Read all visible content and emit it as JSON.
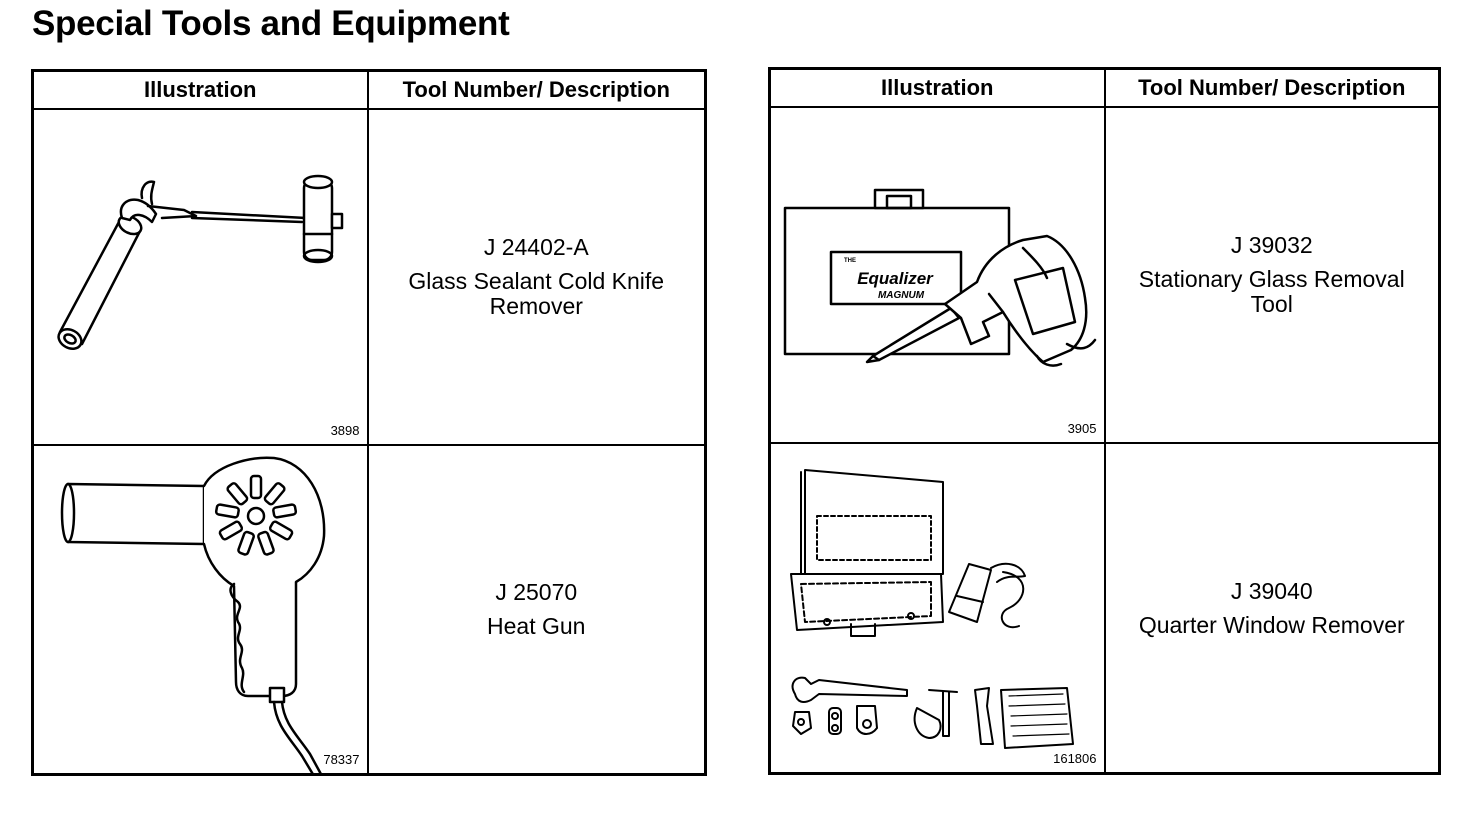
{
  "page": {
    "title": "Special Tools and Equipment"
  },
  "tables": [
    {
      "headers": {
        "illustration": "Illustration",
        "tool": "Tool Number/ Description"
      },
      "rows": [
        {
          "tool_number": "J 24402-A",
          "description": "Glass Sealant Cold Knife Remover",
          "figure_number": "3898",
          "icon": "cold-knife-icon"
        },
        {
          "tool_number": "J 25070",
          "description": "Heat Gun",
          "figure_number": "78337",
          "icon": "heat-gun-icon"
        }
      ]
    },
    {
      "headers": {
        "illustration": "Illustration",
        "tool": "Tool Number/ Description"
      },
      "rows": [
        {
          "tool_number": "J 39032",
          "description": "Stationary Glass Removal Tool",
          "figure_number": "3905",
          "icon": "equalizer-tool-icon",
          "case_label_top": "THE",
          "case_label_main": "Equalizer",
          "case_label_sub": "MAGNUM"
        },
        {
          "tool_number": "J 39040",
          "description": "Quarter Window Remover",
          "figure_number": "161806",
          "icon": "remover-kit-icon"
        }
      ]
    }
  ]
}
